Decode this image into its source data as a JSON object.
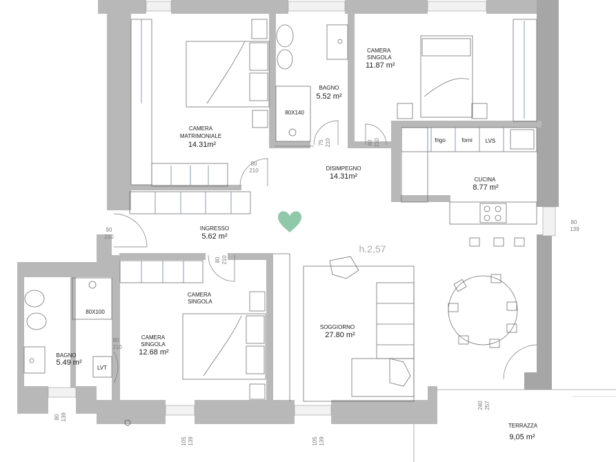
{
  "rooms": {
    "camera_matrimoniale": {
      "name1": "CAMERA",
      "name2": "MATRIMONIALE",
      "area": "14.31m²"
    },
    "bagno_top": {
      "name": "BAGNO",
      "area": "5.52 m²",
      "shower": "80X140"
    },
    "camera_singola_top": {
      "name1": "CAMERA",
      "name2": "SINGOLA",
      "area": "11.87 m²"
    },
    "disimpegno": {
      "name": "DISIMPEGNO",
      "area": "14.31m²"
    },
    "cucina": {
      "name": "CUCINA",
      "area": "8.77 m²",
      "frigo": "frigo",
      "forni": "forni",
      "lvs": "LVS"
    },
    "ingresso": {
      "name": "INGRESSO",
      "area": "5.62 m²"
    },
    "camera_singola_bottom": {
      "name1": "CAMERA",
      "name2": "SINGOLA",
      "area": "12.68 m²",
      "tag1": "CAMERA",
      "tag2": "SINGOLA"
    },
    "bagno_bottom": {
      "name": "BAGNO",
      "area": "5.49 m²",
      "shower": "80X100",
      "lvt": "LVT"
    },
    "soggiorno": {
      "name": "SOGGIORNO",
      "area": "27.80 m²",
      "height": "h.2,57"
    },
    "terrazza": {
      "name": "TERRAZZA",
      "area": "9,05 m²"
    }
  },
  "dims": {
    "d1a": "80",
    "d1b": "210",
    "d2a": "75",
    "d2b": "210",
    "d3a": "80",
    "d3b": "210",
    "d4a": "90",
    "d4b": "210",
    "d5a": "80",
    "d5b": "210",
    "d6a": "80",
    "d6b": "210",
    "d7a": "80",
    "d7b": "139",
    "d8a": "240",
    "d8b": "257",
    "d9a": "80",
    "d9b": "139",
    "d10a": "105",
    "d10b": "139",
    "d11a": "105",
    "d11b": "139"
  },
  "colors": {
    "wall": "#b8b8b8",
    "heart": "#8fc9a9"
  }
}
